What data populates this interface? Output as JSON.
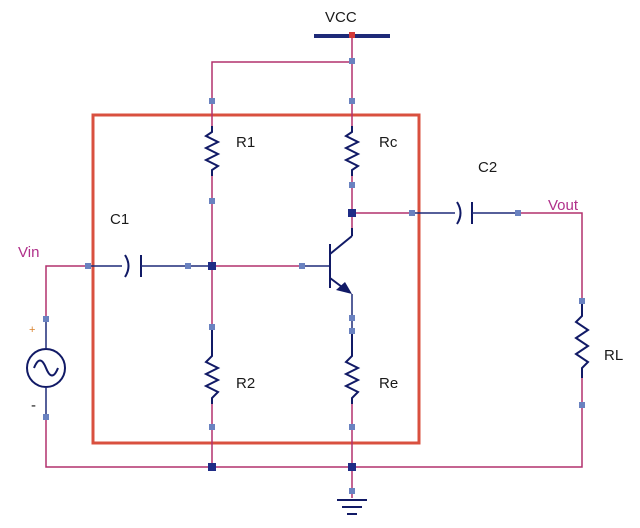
{
  "labels": {
    "vcc": "VCC",
    "r1": "R1",
    "rc": "Rc",
    "c1": "C1",
    "c2": "C2",
    "vin": "Vin",
    "vout": "Vout",
    "r2": "R2",
    "re": "Re",
    "rl": "RL",
    "plus": "+",
    "minus": "-"
  },
  "colors": {
    "wire": "#b2306d",
    "wire_signal": "#1e2a78",
    "component": "#111a66",
    "frame": "#d9503f",
    "net_label": "#b0308a",
    "text": "#1a1a1a"
  }
}
